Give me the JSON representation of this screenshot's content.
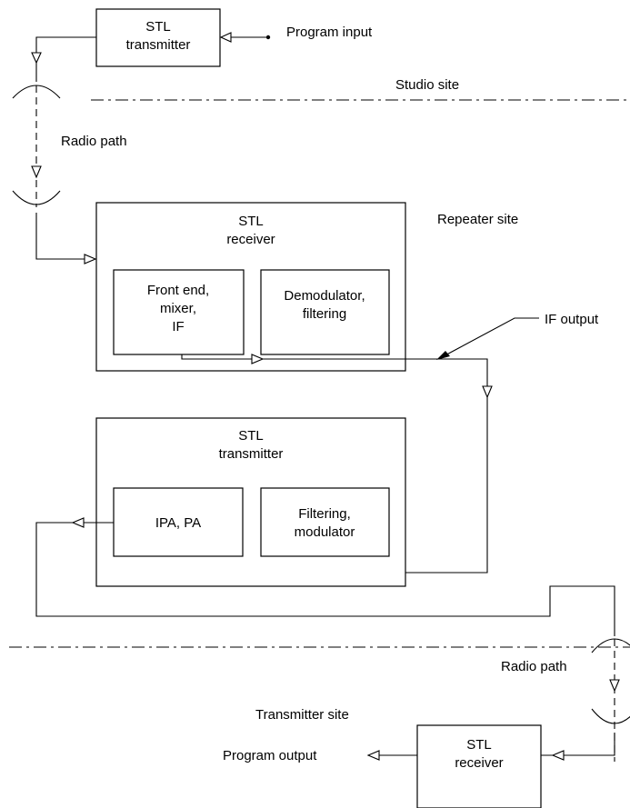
{
  "blocks": {
    "stl_transmitter_top": [
      "STL",
      "transmitter"
    ],
    "stl_receiver_repeater": [
      "STL",
      "receiver"
    ],
    "front_end": [
      "Front end,",
      "mixer,",
      "IF"
    ],
    "demodulator": [
      "Demodulator,",
      "filtering"
    ],
    "stl_transmitter_repeater": [
      "STL",
      "transmitter"
    ],
    "ipa_pa": [
      "IPA, PA"
    ],
    "filtering_modulator": [
      "Filtering,",
      "modulator"
    ],
    "stl_receiver_bottom": [
      "STL",
      "receiver"
    ]
  },
  "labels": {
    "program_input": "Program input",
    "studio_site": "Studio site",
    "radio_path_top": "Radio path",
    "repeater_site": "Repeater site",
    "if_output": "IF output",
    "radio_path_bottom": "Radio path",
    "transmitter_site": "Transmitter site",
    "program_output": "Program output"
  }
}
